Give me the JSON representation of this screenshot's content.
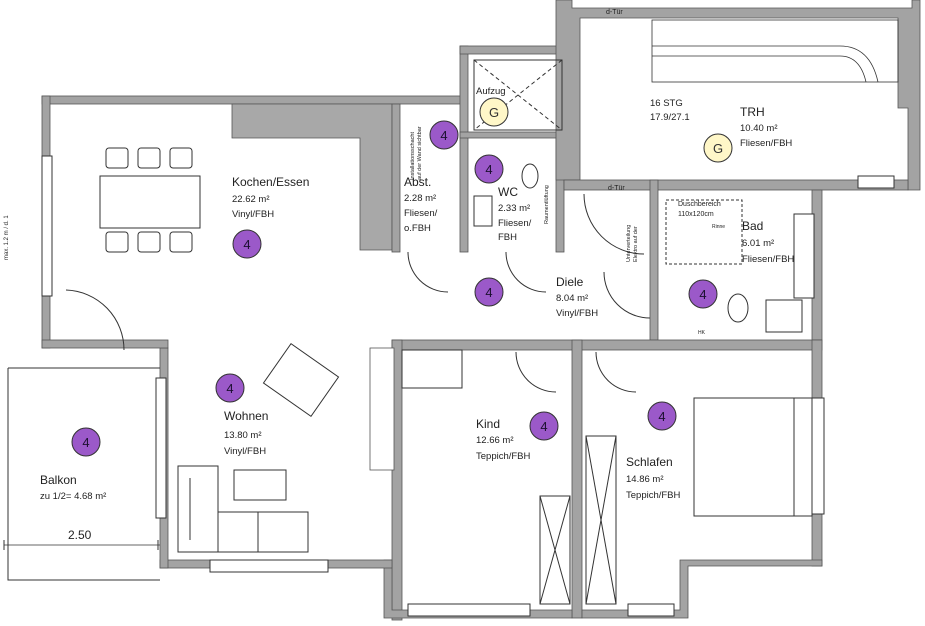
{
  "plan": {
    "colors": {
      "wall": "#a3a3a3",
      "wall_edge": "#555555",
      "shaft": "#a8a8a8",
      "badge_purple": "#9b59c9",
      "badge_g": "#fff7c8",
      "line": "#333333"
    },
    "rooms": {
      "kochen": {
        "name": "Kochen/Essen",
        "area": "22.62 m²",
        "floor": "Vinyl/FBH"
      },
      "abst": {
        "name": "Abst.",
        "area": "2.28 m²",
        "floor1": "Fliesen/",
        "floor2": "o.FBH"
      },
      "wc": {
        "name": "WC",
        "area": "2.33 m²",
        "floor1": "Fliesen/",
        "floor2": "FBH"
      },
      "trh": {
        "name": "TRH",
        "area": "10.40 m²",
        "floor": "Fliesen/FBH"
      },
      "bad": {
        "name": "Bad",
        "area": "6.01 m²",
        "floor": "Fliesen/FBH"
      },
      "diele": {
        "name": "Diele",
        "area": "8.04 m²",
        "floor": "Vinyl/FBH"
      },
      "wohnen": {
        "name": "Wohnen",
        "area": "13.80 m²",
        "floor": "Vinyl/FBH"
      },
      "kind": {
        "name": "Kind",
        "area": "12.66 m²",
        "floor": "Teppich/FBH"
      },
      "schlafen": {
        "name": "Schlafen",
        "area": "14.86 m²",
        "floor": "Teppich/FBH"
      },
      "balkon": {
        "name": "Balkon",
        "area": "zu 1/2= 4.68 m²"
      }
    },
    "labels": {
      "aufzug": "Aufzug",
      "stairs1": "16 STG",
      "stairs2": "17.9/27.1",
      "dtuer_top": "d-Tür",
      "dtuer_mid": "d-Tür",
      "duschbereich1": "Duschbereich",
      "duschbereich2": "110x120cm",
      "rinne": "Rinne",
      "hk": "HK",
      "raumentlueftung": "Raumentlüftung",
      "installation1": "Installationsschacht",
      "installation2": "auf der Wand sichtbar",
      "unterverteilung1": "Unterverteilung",
      "unterverteilung2": "Elektro auf der",
      "dimension": "2.50",
      "side_text": "max. 1.2 m / d. 1"
    },
    "badges": {
      "four": "4",
      "g": "G"
    }
  }
}
